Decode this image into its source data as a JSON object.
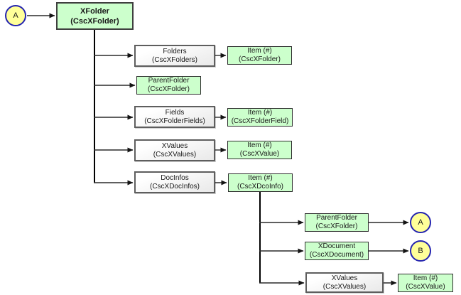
{
  "diagram": {
    "title_node": {
      "label": "XFolder",
      "sub": "(CscXFolder)"
    },
    "circles": {
      "a_top": "A",
      "a_right": "A",
      "b_right": "B"
    },
    "nodes": {
      "folders": {
        "label": "Folders",
        "sub": "(CscXFolders)"
      },
      "folders_item": {
        "label": "Item (#)",
        "sub": "(CscXFolder)"
      },
      "parentfolder": {
        "label": "ParentFolder",
        "sub": "(CscXFolder)"
      },
      "fields": {
        "label": "Fields",
        "sub": "(CscXFolderFields)"
      },
      "fields_item": {
        "label": "Item (#)",
        "sub": "(CscXFolderField)"
      },
      "xvalues": {
        "label": "XValues",
        "sub": "(CscXValues)"
      },
      "xvalues_item": {
        "label": "Item (#)",
        "sub": "(CscXValue)"
      },
      "docinfos": {
        "label": "DocInfos",
        "sub": "(CscXDocInfos)"
      },
      "docinfos_item": {
        "label": "Item (#)",
        "sub": "(CscXDcoInfo)"
      },
      "docinfo_parentfolder": {
        "label": "ParentFolder",
        "sub": "(CscXFolder)"
      },
      "docinfo_xdocument": {
        "label": "XDocument",
        "sub": "(CscXDocument)"
      },
      "docinfo_xvalues": {
        "label": "XValues",
        "sub": "(CscXValues)"
      },
      "docinfo_xvalues_item": {
        "label": "Item (#)",
        "sub": "(CscXValue)"
      }
    },
    "colors": {
      "green_fill": "#CCFFCC",
      "yellow_fill": "#FFFF99",
      "circle_border_blue": "#2424B0",
      "box_border_gray": "#5E5E5E",
      "line_color": "#2A2A2A"
    }
  }
}
